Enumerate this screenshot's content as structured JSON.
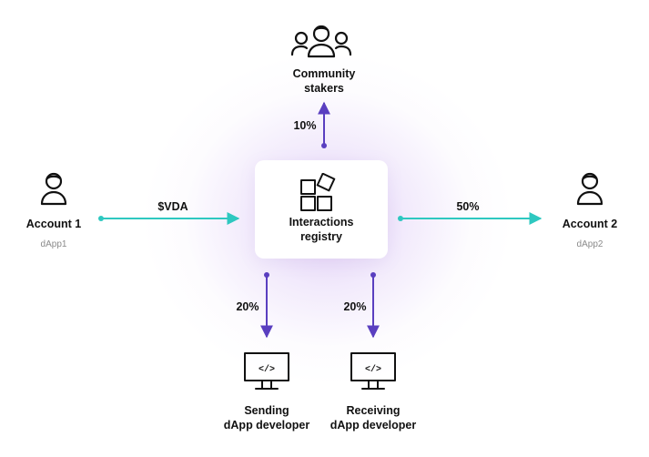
{
  "registry": {
    "label": "Interactions\nregistry",
    "icon": "registry-blocks-icon"
  },
  "community": {
    "label": "Community\nstakers",
    "percent": "10%",
    "icon": "people-group-icon"
  },
  "account1": {
    "label": "Account 1",
    "sub": "dApp1",
    "token": "$VDA",
    "icon": "user-icon"
  },
  "account2": {
    "label": "Account 2",
    "sub": "dApp2",
    "percent": "50%",
    "icon": "user-icon"
  },
  "sending": {
    "label": "Sending\ndApp developer",
    "percent": "20%",
    "icon": "monitor-code-icon",
    "code": "</>"
  },
  "receiving": {
    "label": "Receiving\ndApp developer",
    "percent": "20%",
    "icon": "monitor-code-icon",
    "code": "</>"
  },
  "colors": {
    "teal": "#2ec8c0",
    "purple": "#5a3fc0",
    "glow": "#c4a0eb"
  }
}
